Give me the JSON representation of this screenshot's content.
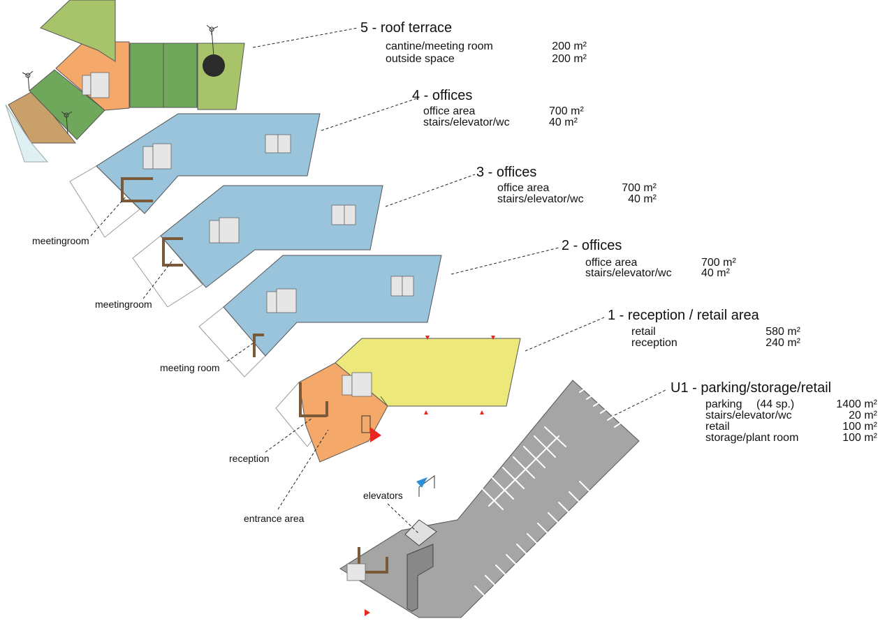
{
  "floors": [
    {
      "id": "roof",
      "title": "5 - roof terrace",
      "rows": [
        {
          "label": "cantine/meeting room",
          "value": "200 m²"
        },
        {
          "label": "outside space",
          "value": "200 m²"
        }
      ]
    },
    {
      "id": "level4",
      "title": "4 - offices",
      "rows": [
        {
          "label": "office area",
          "value": "700 m²"
        },
        {
          "label": "stairs/elevator/wc",
          "value": "40 m²"
        }
      ]
    },
    {
      "id": "level3",
      "title": "3 - offices",
      "rows": [
        {
          "label": "office area",
          "value": "700 m²"
        },
        {
          "label": "stairs/elevator/wc",
          "value": "40 m²"
        }
      ]
    },
    {
      "id": "level2",
      "title": "2 - offices",
      "rows": [
        {
          "label": "office area",
          "value": "700 m²"
        },
        {
          "label": "stairs/elevator/wc",
          "value": "40 m²"
        }
      ]
    },
    {
      "id": "level1",
      "title": "1 - reception / retail area",
      "rows": [
        {
          "label": "retail",
          "value": "580 m²"
        },
        {
          "label": "reception",
          "value": "240 m²"
        }
      ]
    },
    {
      "id": "u1",
      "title": "U1 - parking/storage/retail",
      "rows": [
        {
          "label": "parking",
          "extra": "(44 sp.)",
          "value": "1400 m²"
        },
        {
          "label": "stairs/elevator/wc",
          "value": "20 m²"
        },
        {
          "label": "retail",
          "value": "100 m²"
        },
        {
          "label": "storage/plant room",
          "value": "100 m²"
        }
      ]
    }
  ],
  "callouts": {
    "meeting_4": "meetingroom",
    "meeting_3": "meetingroom",
    "meeting_2": "meeting room",
    "reception": "reception",
    "entrance": "entrance area",
    "elevators": "elevators"
  },
  "colors": {
    "office": "#9ac3dc",
    "retail": "#ece97a",
    "reception": "#f4a96a",
    "parking": "#a5a5a5",
    "roof_green": "#6fa85a",
    "roof_light": "#a8c46a",
    "roof_orange": "#f4a96a",
    "roof_tan": "#c9a06a",
    "entrance_marker": "#e8271e",
    "elevator_marker": "#2a8fd8"
  }
}
